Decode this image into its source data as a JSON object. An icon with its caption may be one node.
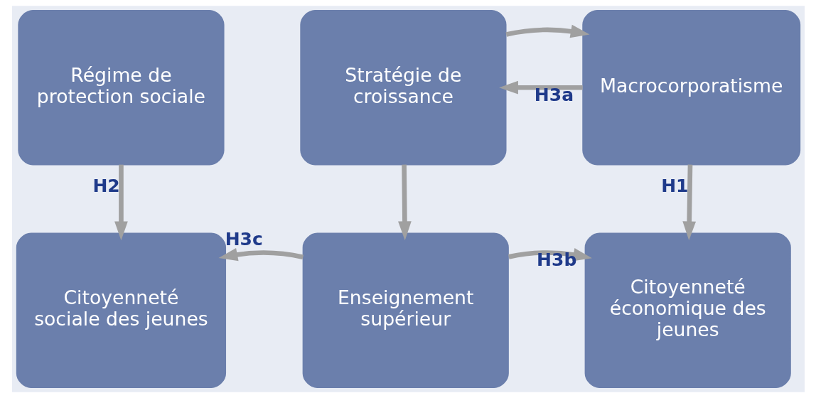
{
  "diagram": {
    "nodes": [
      {
        "text": [
          "Régime de protection sociale"
        ]
      },
      {
        "text": [
          "Stratégie de croissance"
        ]
      },
      {
        "text": [
          "Macrocorporatisme"
        ]
      },
      {
        "text": [
          "Citoyenneté sociale des jeunes"
        ]
      },
      {
        "text": [
          "Enseignement supérieur"
        ]
      },
      {
        "text": [
          "Citoyenneté économique des jeunes"
        ]
      }
    ],
    "edges": [
      {
        "from": 0,
        "to": 3,
        "arrow": "to",
        "label": "H2"
      },
      {
        "from": 2,
        "to": 1,
        "arrow": "to",
        "label": "H3a"
      },
      {
        "from": 1,
        "to": 2,
        "arrow": "to"
      },
      {
        "from": 1,
        "to": 4,
        "arrow": "to"
      },
      {
        "from": 2,
        "to": 5,
        "arrow": "to",
        "label": "H1"
      },
      {
        "from": 4,
        "to": 3,
        "arrow": "to",
        "label": "H3c"
      },
      {
        "from": 4,
        "to": 5,
        "arrow": "to",
        "label": "H3b"
      }
    ]
  }
}
